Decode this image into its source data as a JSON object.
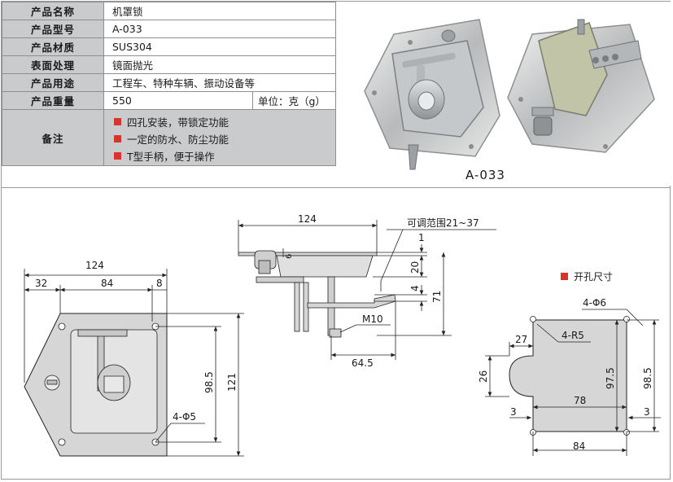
{
  "spec": {
    "rows": [
      {
        "label": "产品名称",
        "value": "机罩锁"
      },
      {
        "label": "产品型号",
        "value": "A-033"
      },
      {
        "label": "产品材质",
        "value": "SUS304"
      },
      {
        "label": "表面处理",
        "value": "镜面抛光"
      },
      {
        "label": "产品用途",
        "value": "工程车、特种车辆、振动设备等"
      }
    ],
    "weight": {
      "label": "产品重量",
      "value": "550",
      "unit": "单位：克（g）"
    },
    "remarks": {
      "label": "备注",
      "items": [
        "四孔安装，带锁定功能",
        "一定的防水、防尘功能",
        "T型手柄，便于操作"
      ]
    }
  },
  "photo": {
    "model": "A-033"
  },
  "front_view": {
    "overall_width": "124",
    "dim_left": "32",
    "dim_mid": "84",
    "dim_right": "8",
    "height_inner": "98.5",
    "height_total": "121",
    "holes": "4-Φ5"
  },
  "side_view": {
    "width": "124",
    "adjust": "可调范围21~37",
    "dim_1": "1",
    "dim_6": "6",
    "dim_20": "20",
    "dim_4": "4",
    "dim_71": "71",
    "thread": "M10",
    "dim_64_5": "64.5"
  },
  "cutout": {
    "title": "开孔尺寸",
    "holes": "4-Φ6",
    "radius": "4-R5",
    "dim_27": "27",
    "dim_26": "26",
    "dim_97_5": "97.5",
    "dim_98_5": "98.5",
    "dim_78": "78",
    "dim_3_left": "3",
    "dim_3_right": "3",
    "dim_84": "84"
  },
  "colors": {
    "header_gray": "#c9cbcc",
    "bullet_red": "#d9342b",
    "part_gray": "#d6d6d6"
  }
}
